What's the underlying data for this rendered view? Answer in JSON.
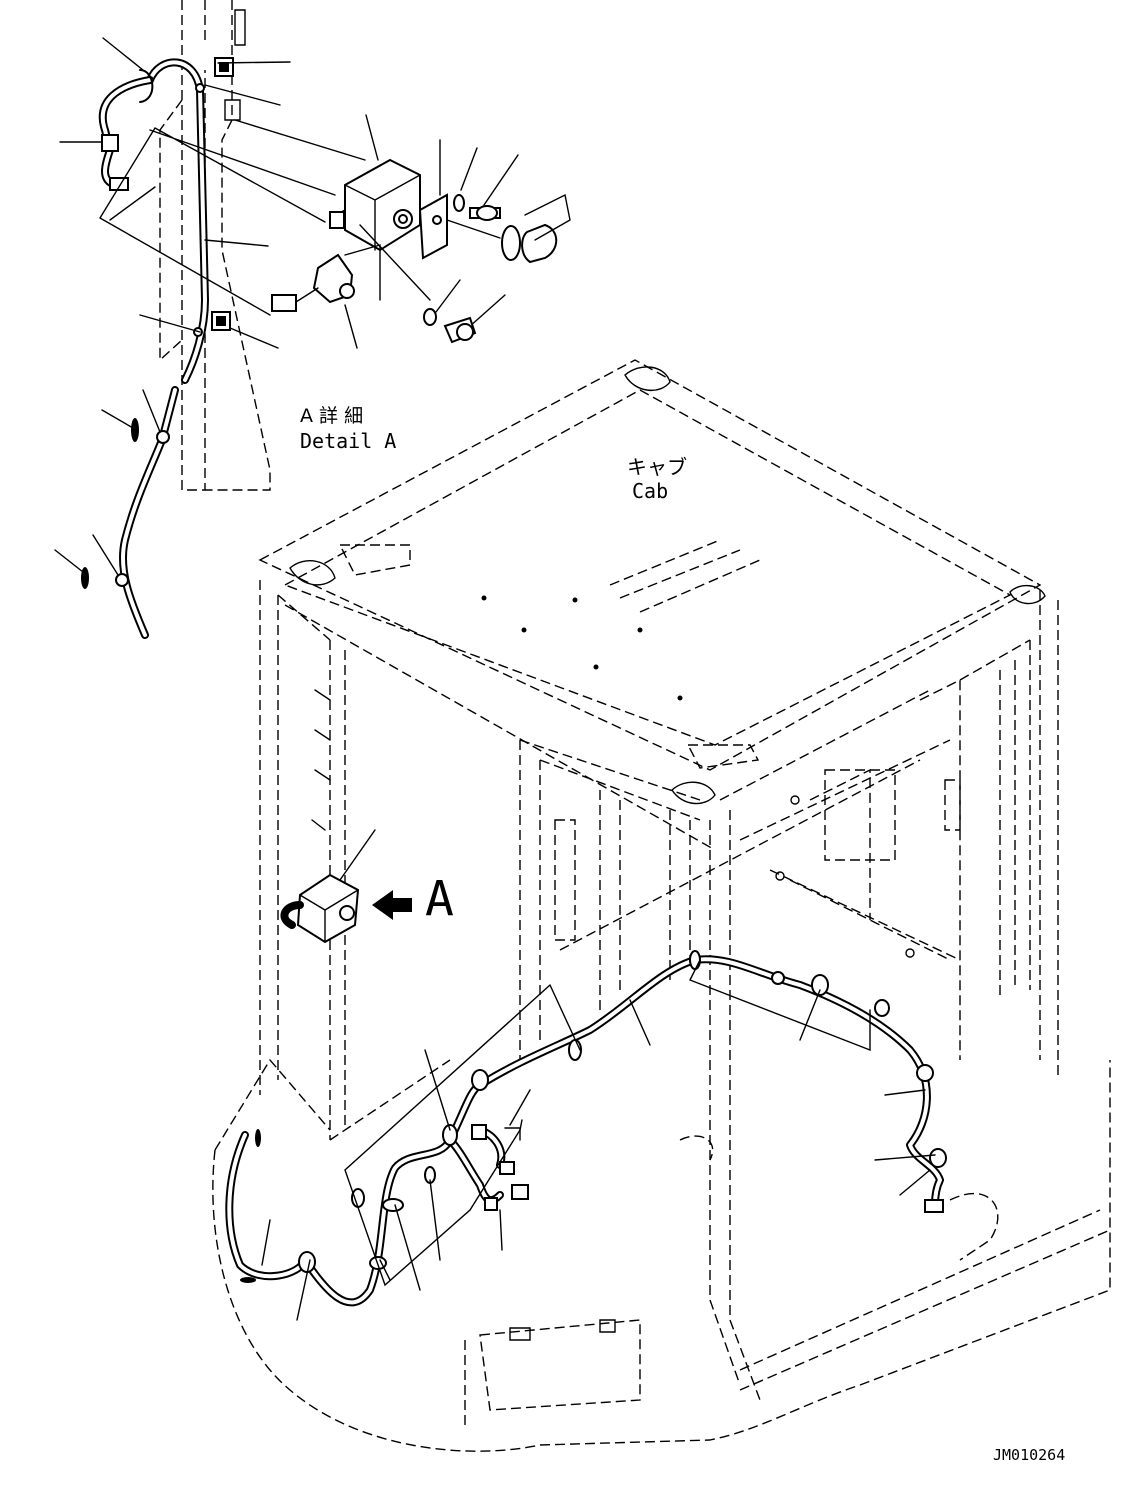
{
  "detail_label": {
    "jp": "A 詳 細",
    "en": "Detail A"
  },
  "cab_label": {
    "jp": "キャブ",
    "en": "Cab"
  },
  "view_letter": "A",
  "drawing_number": "JM010264",
  "colors": {
    "ink": "#000000",
    "paper": "#ffffff"
  }
}
